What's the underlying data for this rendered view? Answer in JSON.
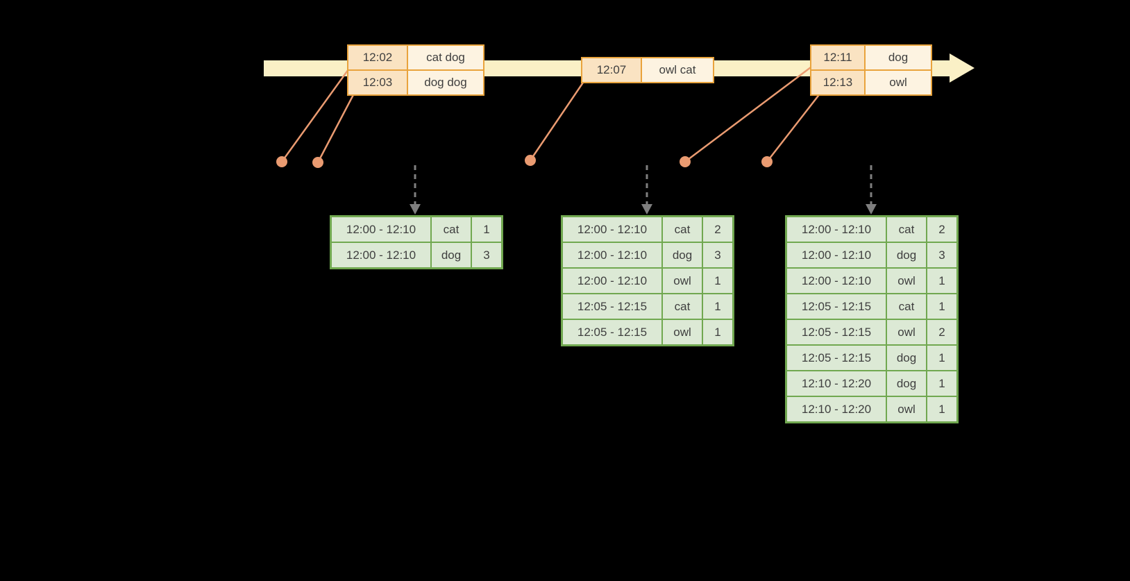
{
  "colors": {
    "background": "#000000",
    "timeline_fill": "#faf0c6",
    "event_border": "#e9a33c",
    "event_time_fill": "#fae3c2",
    "event_words_fill": "#fdf3e1",
    "connector": "#ea9b71",
    "dashed_arrow": "#7f7f7f",
    "result_border": "#71a850",
    "result_cell_fill": "#dce9d5",
    "text": "#3f3f3f"
  },
  "event_tables": [
    {
      "rows": [
        {
          "time": "12:02",
          "words": "cat dog"
        },
        {
          "time": "12:03",
          "words": "dog dog"
        }
      ]
    },
    {
      "rows": [
        {
          "time": "12:07",
          "words": "owl cat"
        }
      ]
    },
    {
      "rows": [
        {
          "time": "12:11",
          "words": "dog"
        },
        {
          "time": "12:13",
          "words": "owl"
        }
      ]
    }
  ],
  "result_tables": [
    {
      "rows": [
        {
          "window": "12:00 - 12:10",
          "word": "cat",
          "count": "1"
        },
        {
          "window": "12:00 - 12:10",
          "word": "dog",
          "count": "3"
        }
      ]
    },
    {
      "rows": [
        {
          "window": "12:00 - 12:10",
          "word": "cat",
          "count": "2"
        },
        {
          "window": "12:00 - 12:10",
          "word": "dog",
          "count": "3"
        },
        {
          "window": "12:00 - 12:10",
          "word": "owl",
          "count": "1"
        },
        {
          "window": "12:05 - 12:15",
          "word": "cat",
          "count": "1"
        },
        {
          "window": "12:05 - 12:15",
          "word": "owl",
          "count": "1"
        }
      ]
    },
    {
      "rows": [
        {
          "window": "12:00 - 12:10",
          "word": "cat",
          "count": "2"
        },
        {
          "window": "12:00 - 12:10",
          "word": "dog",
          "count": "3"
        },
        {
          "window": "12:00 - 12:10",
          "word": "owl",
          "count": "1"
        },
        {
          "window": "12:05 - 12:15",
          "word": "cat",
          "count": "1"
        },
        {
          "window": "12:05 - 12:15",
          "word": "owl",
          "count": "2"
        },
        {
          "window": "12:05 - 12:15",
          "word": "dog",
          "count": "1"
        },
        {
          "window": "12:10 - 12:20",
          "word": "dog",
          "count": "1"
        },
        {
          "window": "12:10 - 12:20",
          "word": "owl",
          "count": "1"
        }
      ]
    }
  ]
}
